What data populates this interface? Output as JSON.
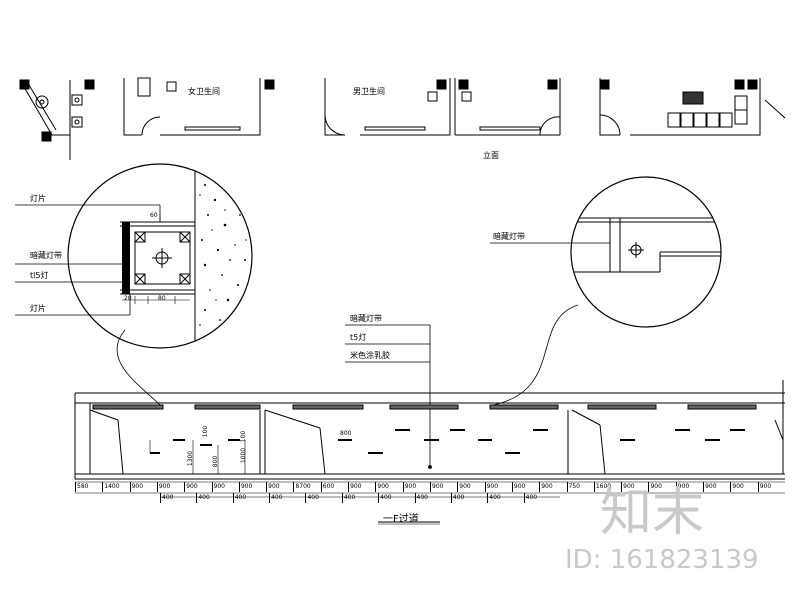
{
  "plan": {
    "rooms": [
      "女卫生间",
      "男卫生间"
    ],
    "scale_note": "立面"
  },
  "callouts_left": [
    "灯片",
    "暗藏灯带",
    "tl5灯",
    "灯片"
  ],
  "callout_right": "暗藏灯带",
  "callouts_middle": [
    "暗藏灯带",
    "t5灯",
    "米色涂乳胶"
  ],
  "section_dims": {
    "a": "20",
    "b": "80",
    "c": "60"
  },
  "elevation_marks": [
    "100",
    "1300",
    "800",
    "1000",
    "100",
    "800"
  ],
  "dim_top": [
    "580",
    "1400",
    "900",
    "900",
    "900",
    "900",
    "900",
    "900",
    "8700",
    "600",
    "900",
    "900",
    "900",
    "900",
    "900",
    "900",
    "900",
    "900",
    "750",
    "1600",
    "900",
    "900",
    "900",
    "900",
    "900",
    "900"
  ],
  "dim_bottom": [
    "400",
    "400",
    "400",
    "400",
    "400",
    "400",
    "400",
    "400",
    "400",
    "400",
    "400"
  ],
  "title": "一F过道",
  "watermark": {
    "brand": "知末",
    "id": "ID: 161823139"
  }
}
